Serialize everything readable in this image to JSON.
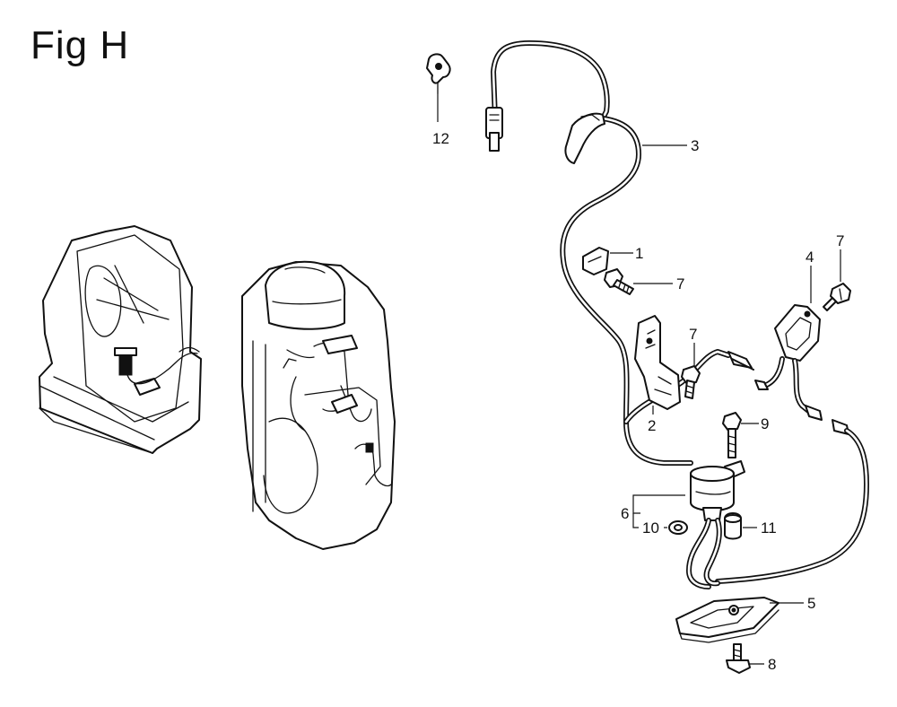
{
  "figure": {
    "title": "Fig H"
  },
  "callouts": [
    {
      "id": "c1",
      "label": "1"
    },
    {
      "id": "c2",
      "label": "2"
    },
    {
      "id": "c3",
      "label": "3"
    },
    {
      "id": "c4",
      "label": "4"
    },
    {
      "id": "c5",
      "label": "5"
    },
    {
      "id": "c6",
      "label": "6"
    },
    {
      "id": "c7a",
      "label": "7"
    },
    {
      "id": "c7b",
      "label": "7"
    },
    {
      "id": "c7c",
      "label": "7"
    },
    {
      "id": "c8",
      "label": "8"
    },
    {
      "id": "c9",
      "label": "9"
    },
    {
      "id": "c10",
      "label": "10"
    },
    {
      "id": "c11",
      "label": "11"
    },
    {
      "id": "c12",
      "label": "12"
    }
  ]
}
